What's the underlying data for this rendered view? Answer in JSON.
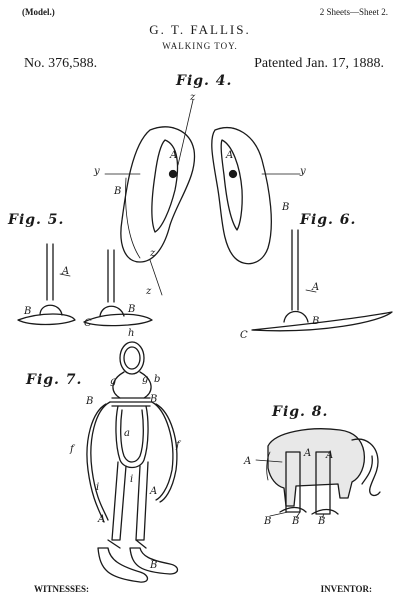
{
  "header": {
    "model": "(Model.)",
    "sheets": "2 Sheets—Sheet 2.",
    "inventor_name": "G. T. FALLIS.",
    "title": "WALKING TOY.",
    "patent_number": "No. 376,588.",
    "patent_date": "Patented Jan. 17, 1888."
  },
  "figures": {
    "fig4": "Fig. 4.",
    "fig5": "Fig. 5.",
    "fig6": "Fig. 6.",
    "fig7": "Fig. 7.",
    "fig8": "Fig. 8."
  },
  "labels": {
    "z": "z",
    "y": "y",
    "A": "A",
    "B": "B",
    "C": "C",
    "h": "h",
    "g": "g",
    "b": "b",
    "a": "a",
    "f": "f",
    "i": "i"
  },
  "footer": {
    "witnesses": "WITNESSES:",
    "inventor": "INVENTOR:"
  }
}
